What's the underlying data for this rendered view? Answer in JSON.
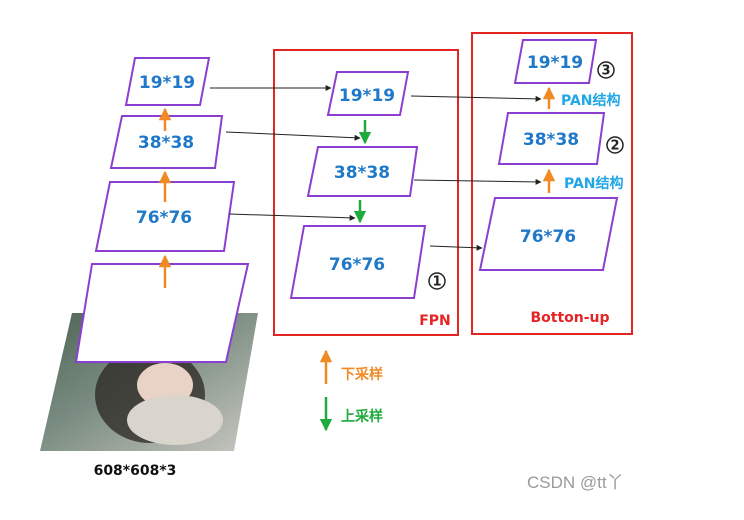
{
  "input": {
    "label": "608*608*3"
  },
  "backbone": {
    "layers": [
      "76*76",
      "38*38",
      "19*19"
    ]
  },
  "fpn": {
    "title": "FPN",
    "layers": [
      "19*19",
      "38*38",
      "76*76"
    ],
    "marker": "①"
  },
  "bottom_up": {
    "title": "Botton-up",
    "layers": [
      "19*19",
      "38*38",
      "76*76"
    ],
    "markers": [
      "③",
      "②"
    ],
    "pan_label": "PAN结构"
  },
  "legend": {
    "downsample": "下采样",
    "upsample": "上采样"
  },
  "watermark": "CSDN @tt丫",
  "colors": {
    "layer_border": "#8b3fd1",
    "box_border": "#e52424",
    "layer_text": "#1f78c8",
    "pan_text": "#22a7e6",
    "up_arrow": "#f08a24",
    "down_arrow": "#1faa3c",
    "connector": "#222222"
  }
}
